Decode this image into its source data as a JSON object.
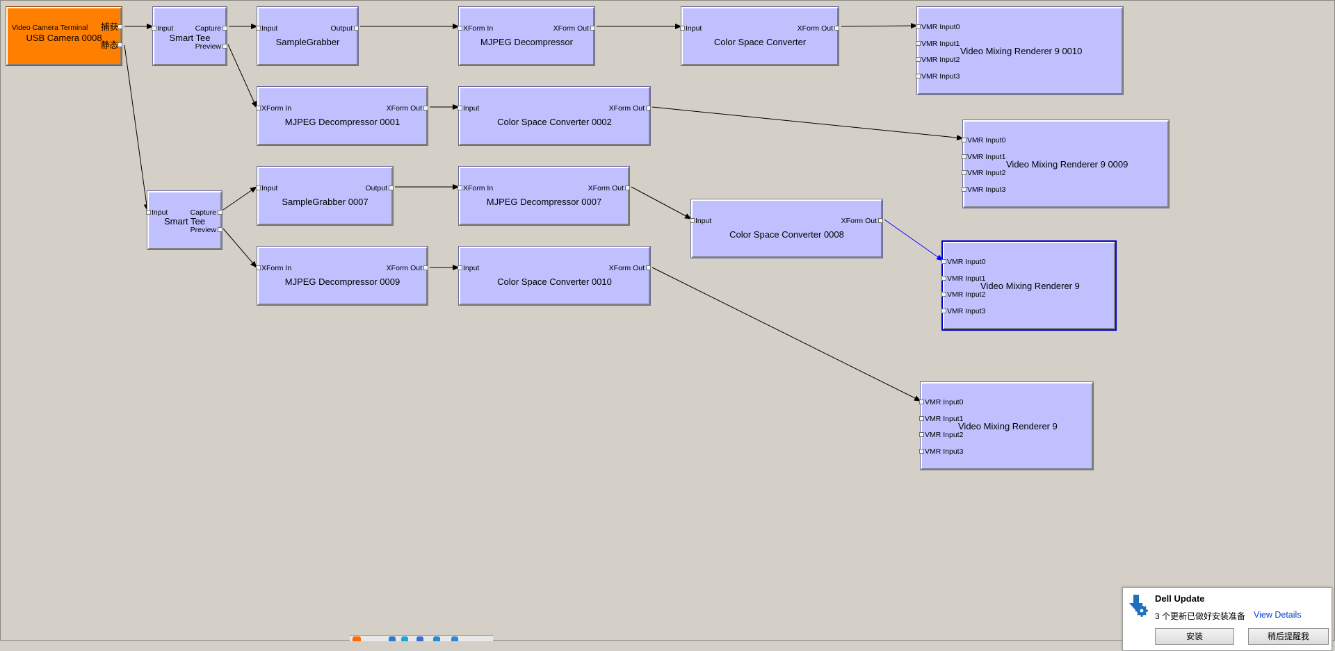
{
  "graph": {
    "filters": {
      "usb_camera": {
        "name": "USB Camera 0008",
        "pins_in": [],
        "pins_out": [
          {
            "label": "Video Camera Terminal",
            "side": "left"
          },
          {
            "label": "捕获",
            "side": "right"
          },
          {
            "label": "静态",
            "side": "right"
          }
        ]
      },
      "smart_tee_1": {
        "name": "Smart Tee",
        "pin_input": "Input",
        "pin_capture": "Capture",
        "pin_preview": "Preview"
      },
      "sample_grabber": {
        "name": "SampleGrabber",
        "pin_input": "Input",
        "pin_output": "Output"
      },
      "mjpeg_decomp": {
        "name": "MJPEG Decompressor",
        "pin_input": "XForm In",
        "pin_output": "XForm Out"
      },
      "csc": {
        "name": "Color Space Converter",
        "pin_input": "Input",
        "pin_output": "XForm Out"
      },
      "vmr_0010": {
        "name": "Video Mixing Renderer 9 0010",
        "pins": [
          "VMR Input0",
          "VMR Input1",
          "VMR Input2",
          "VMR Input3"
        ]
      },
      "mjpeg_0001": {
        "name": "MJPEG Decompressor 0001",
        "pin_input": "XForm In",
        "pin_output": "XForm Out"
      },
      "csc_0002": {
        "name": "Color Space Converter 0002",
        "pin_input": "Input",
        "pin_output": "XForm Out"
      },
      "vmr_0009": {
        "name": "Video Mixing Renderer 9 0009",
        "pins": [
          "VMR Input0",
          "VMR Input1",
          "VMR Input2",
          "VMR Input3"
        ]
      },
      "smart_tee_2": {
        "name": "Smart Tee",
        "pin_input": "Input",
        "pin_capture": "Capture",
        "pin_preview": "Preview"
      },
      "sample_grabber_0007": {
        "name": "SampleGrabber 0007",
        "pin_input": "Input",
        "pin_output": "Output"
      },
      "mjpeg_0007": {
        "name": "MJPEG Decompressor 0007",
        "pin_input": "XForm In",
        "pin_output": "XForm Out"
      },
      "csc_0008": {
        "name": "Color Space Converter 0008",
        "pin_input": "Input",
        "pin_output": "XForm Out"
      },
      "vmr_sel": {
        "name": "Video Mixing Renderer 9",
        "pins": [
          "VMR Input0",
          "VMR Input1",
          "VMR Input2",
          "VMR Input3"
        ]
      },
      "mjpeg_0009": {
        "name": "MJPEG Decompressor 0009",
        "pin_input": "XForm In",
        "pin_output": "XForm Out"
      },
      "csc_0010": {
        "name": "Color Space Converter 0010",
        "pin_input": "Input",
        "pin_output": "XForm Out"
      },
      "vmr_bottom": {
        "name": "Video Mixing Renderer 9",
        "pins": [
          "VMR Input0",
          "VMR Input1",
          "VMR Input2",
          "VMR Input3"
        ]
      }
    }
  },
  "notification": {
    "title": "Dell Update",
    "message": "3 个更新已做好安装准备",
    "link": "View Details",
    "btn_install": "安装",
    "btn_remind": "稍后提醒我"
  },
  "colors": {
    "filter_fill": "#c0c0ff",
    "source_fill": "#ff8000",
    "selected_wire": "#0000ff",
    "link": "#0645d6"
  }
}
